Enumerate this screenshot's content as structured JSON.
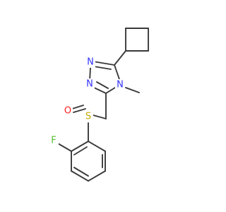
{
  "molecule": {
    "atoms": {
      "n1": {
        "symbol": "N",
        "color": "#3333ff"
      },
      "n2": {
        "symbol": "N",
        "color": "#3333ff"
      },
      "n4": {
        "symbol": "N",
        "color": "#3333ff"
      },
      "o": {
        "symbol": "O",
        "color": "#ff2020"
      },
      "s": {
        "symbol": "S",
        "color": "#c8a800"
      },
      "f": {
        "symbol": "F",
        "color": "#55bb33"
      }
    },
    "bond_color": "#3a3a3a"
  }
}
